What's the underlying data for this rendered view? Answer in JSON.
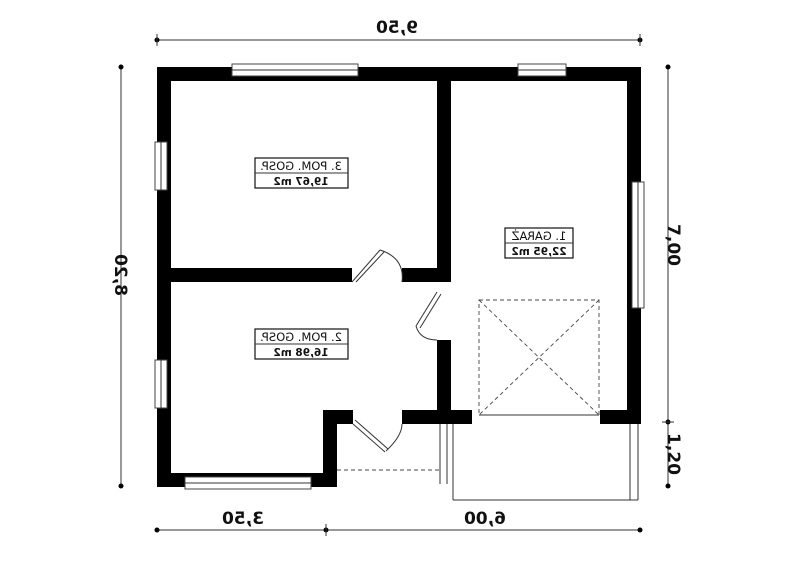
{
  "dimensions": {
    "top_total": "9,50",
    "bottom_left": "3,50",
    "bottom_right": "6,00",
    "left_total": "8,20",
    "right_main": "7,00",
    "right_small": "1,20"
  },
  "rooms": [
    {
      "name": "3. POM. GOSP.",
      "area": "19,67 m2"
    },
    {
      "name": "2. POM. GOSP.",
      "area": "16,98 m2"
    },
    {
      "name": "1. GARAŻ",
      "area": "22,95 m2"
    }
  ]
}
